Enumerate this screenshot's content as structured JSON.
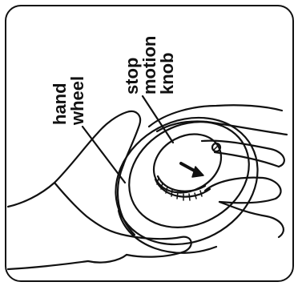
{
  "labels": {
    "hand_line1": "hand",
    "hand_line2": "wheel",
    "knob_line1": "stop",
    "knob_line2": "motion",
    "knob_line3": "knob"
  },
  "colors": {
    "ink": "#111111",
    "paper": "#ffffff"
  }
}
